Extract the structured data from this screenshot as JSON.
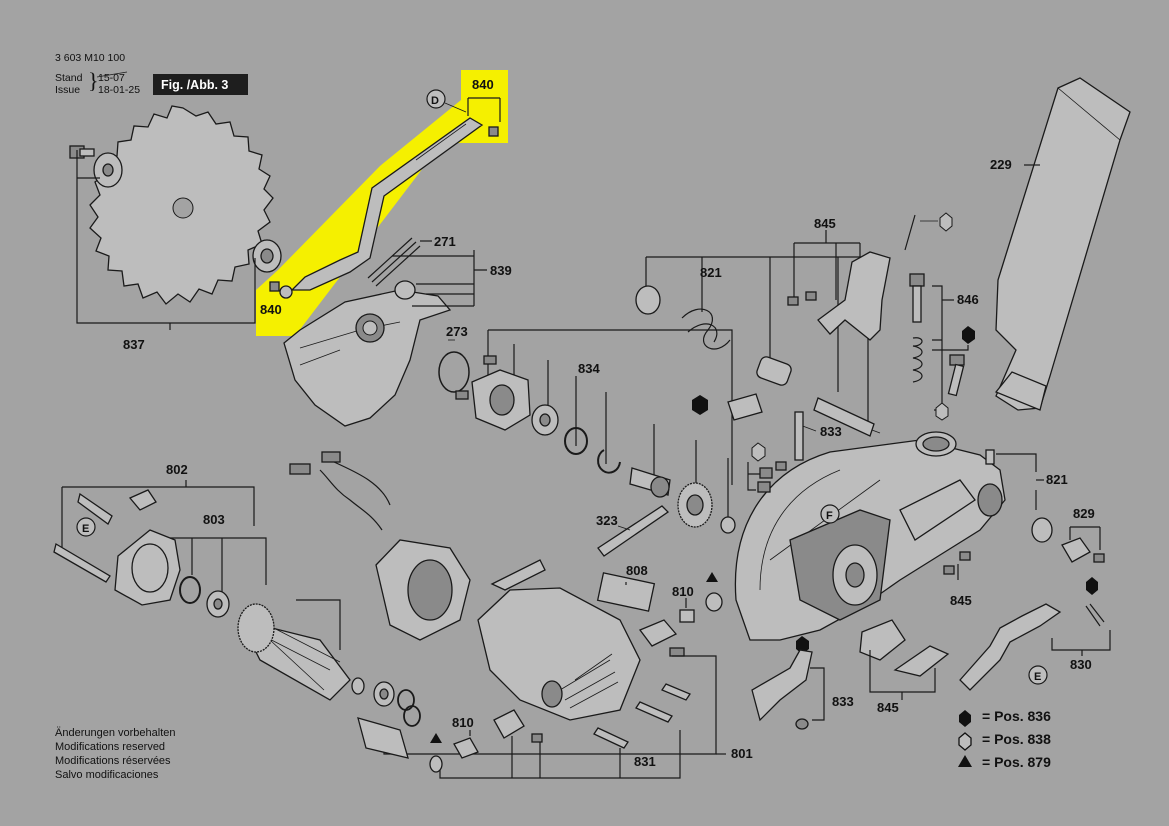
{
  "header": {
    "part_number": "3 603 M10 100",
    "stand_label": "Stand",
    "issue_label": "Issue",
    "stand_date": "15-07",
    "issue_date": "18-01-25",
    "figure_label": "Fig. /Abb. 3"
  },
  "callouts": {
    "c840_top": "840",
    "c840_left": "840",
    "c837": "837",
    "c271": "271",
    "c839": "839",
    "c273": "273",
    "c821_top": "821",
    "c834": "834",
    "c833_mid": "833",
    "c845_top": "845",
    "c846": "846",
    "c229": "229",
    "c821_right": "821",
    "c829": "829",
    "c830": "830",
    "c802": "802",
    "c803": "803",
    "c323": "323",
    "c808": "808",
    "c810_mid": "810",
    "c845_mid": "845",
    "c845_bot": "845",
    "c833_bot": "833",
    "c810_bot": "810",
    "c831": "831",
    "c801": "801"
  },
  "markers": {
    "d": "D",
    "e_left": "E",
    "e_right": "E",
    "f": "F"
  },
  "notes": [
    "Änderungen vorbehalten",
    "Modifications reserved",
    "Modifications réservées",
    "Salvo modificaciones"
  ],
  "legend": [
    {
      "symbol": "hex-filled",
      "text": "=  Pos. 836"
    },
    {
      "symbol": "hex-outline",
      "text": "=  Pos. 838"
    },
    {
      "symbol": "triangle",
      "text": "=  Pos. 879"
    }
  ],
  "colors": {
    "background": "#a3a3a3",
    "highlight": "#f5f000",
    "ink": "#111111"
  }
}
